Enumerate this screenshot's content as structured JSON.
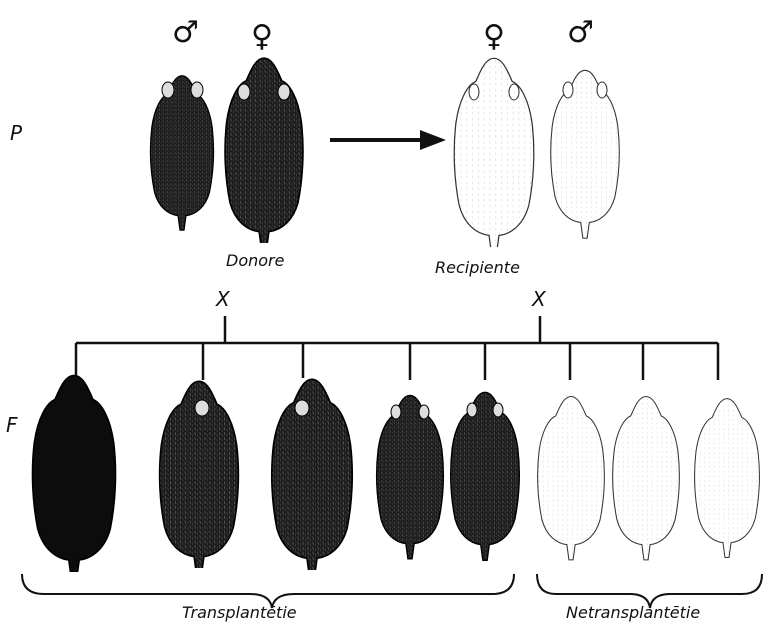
{
  "generations": {
    "parental": "P",
    "filial": "F"
  },
  "symbols": {
    "male": "♂",
    "female": "♀",
    "cross": "X"
  },
  "groups": {
    "donors": "Donore",
    "recipients": "Recipiente",
    "transplanted": "Transplantētie",
    "non_transplanted": "Netransplantētie"
  },
  "colors": {
    "dark_mouse": "#1b1b1b",
    "white_mouse": "#ffffff",
    "line": "#111111"
  }
}
